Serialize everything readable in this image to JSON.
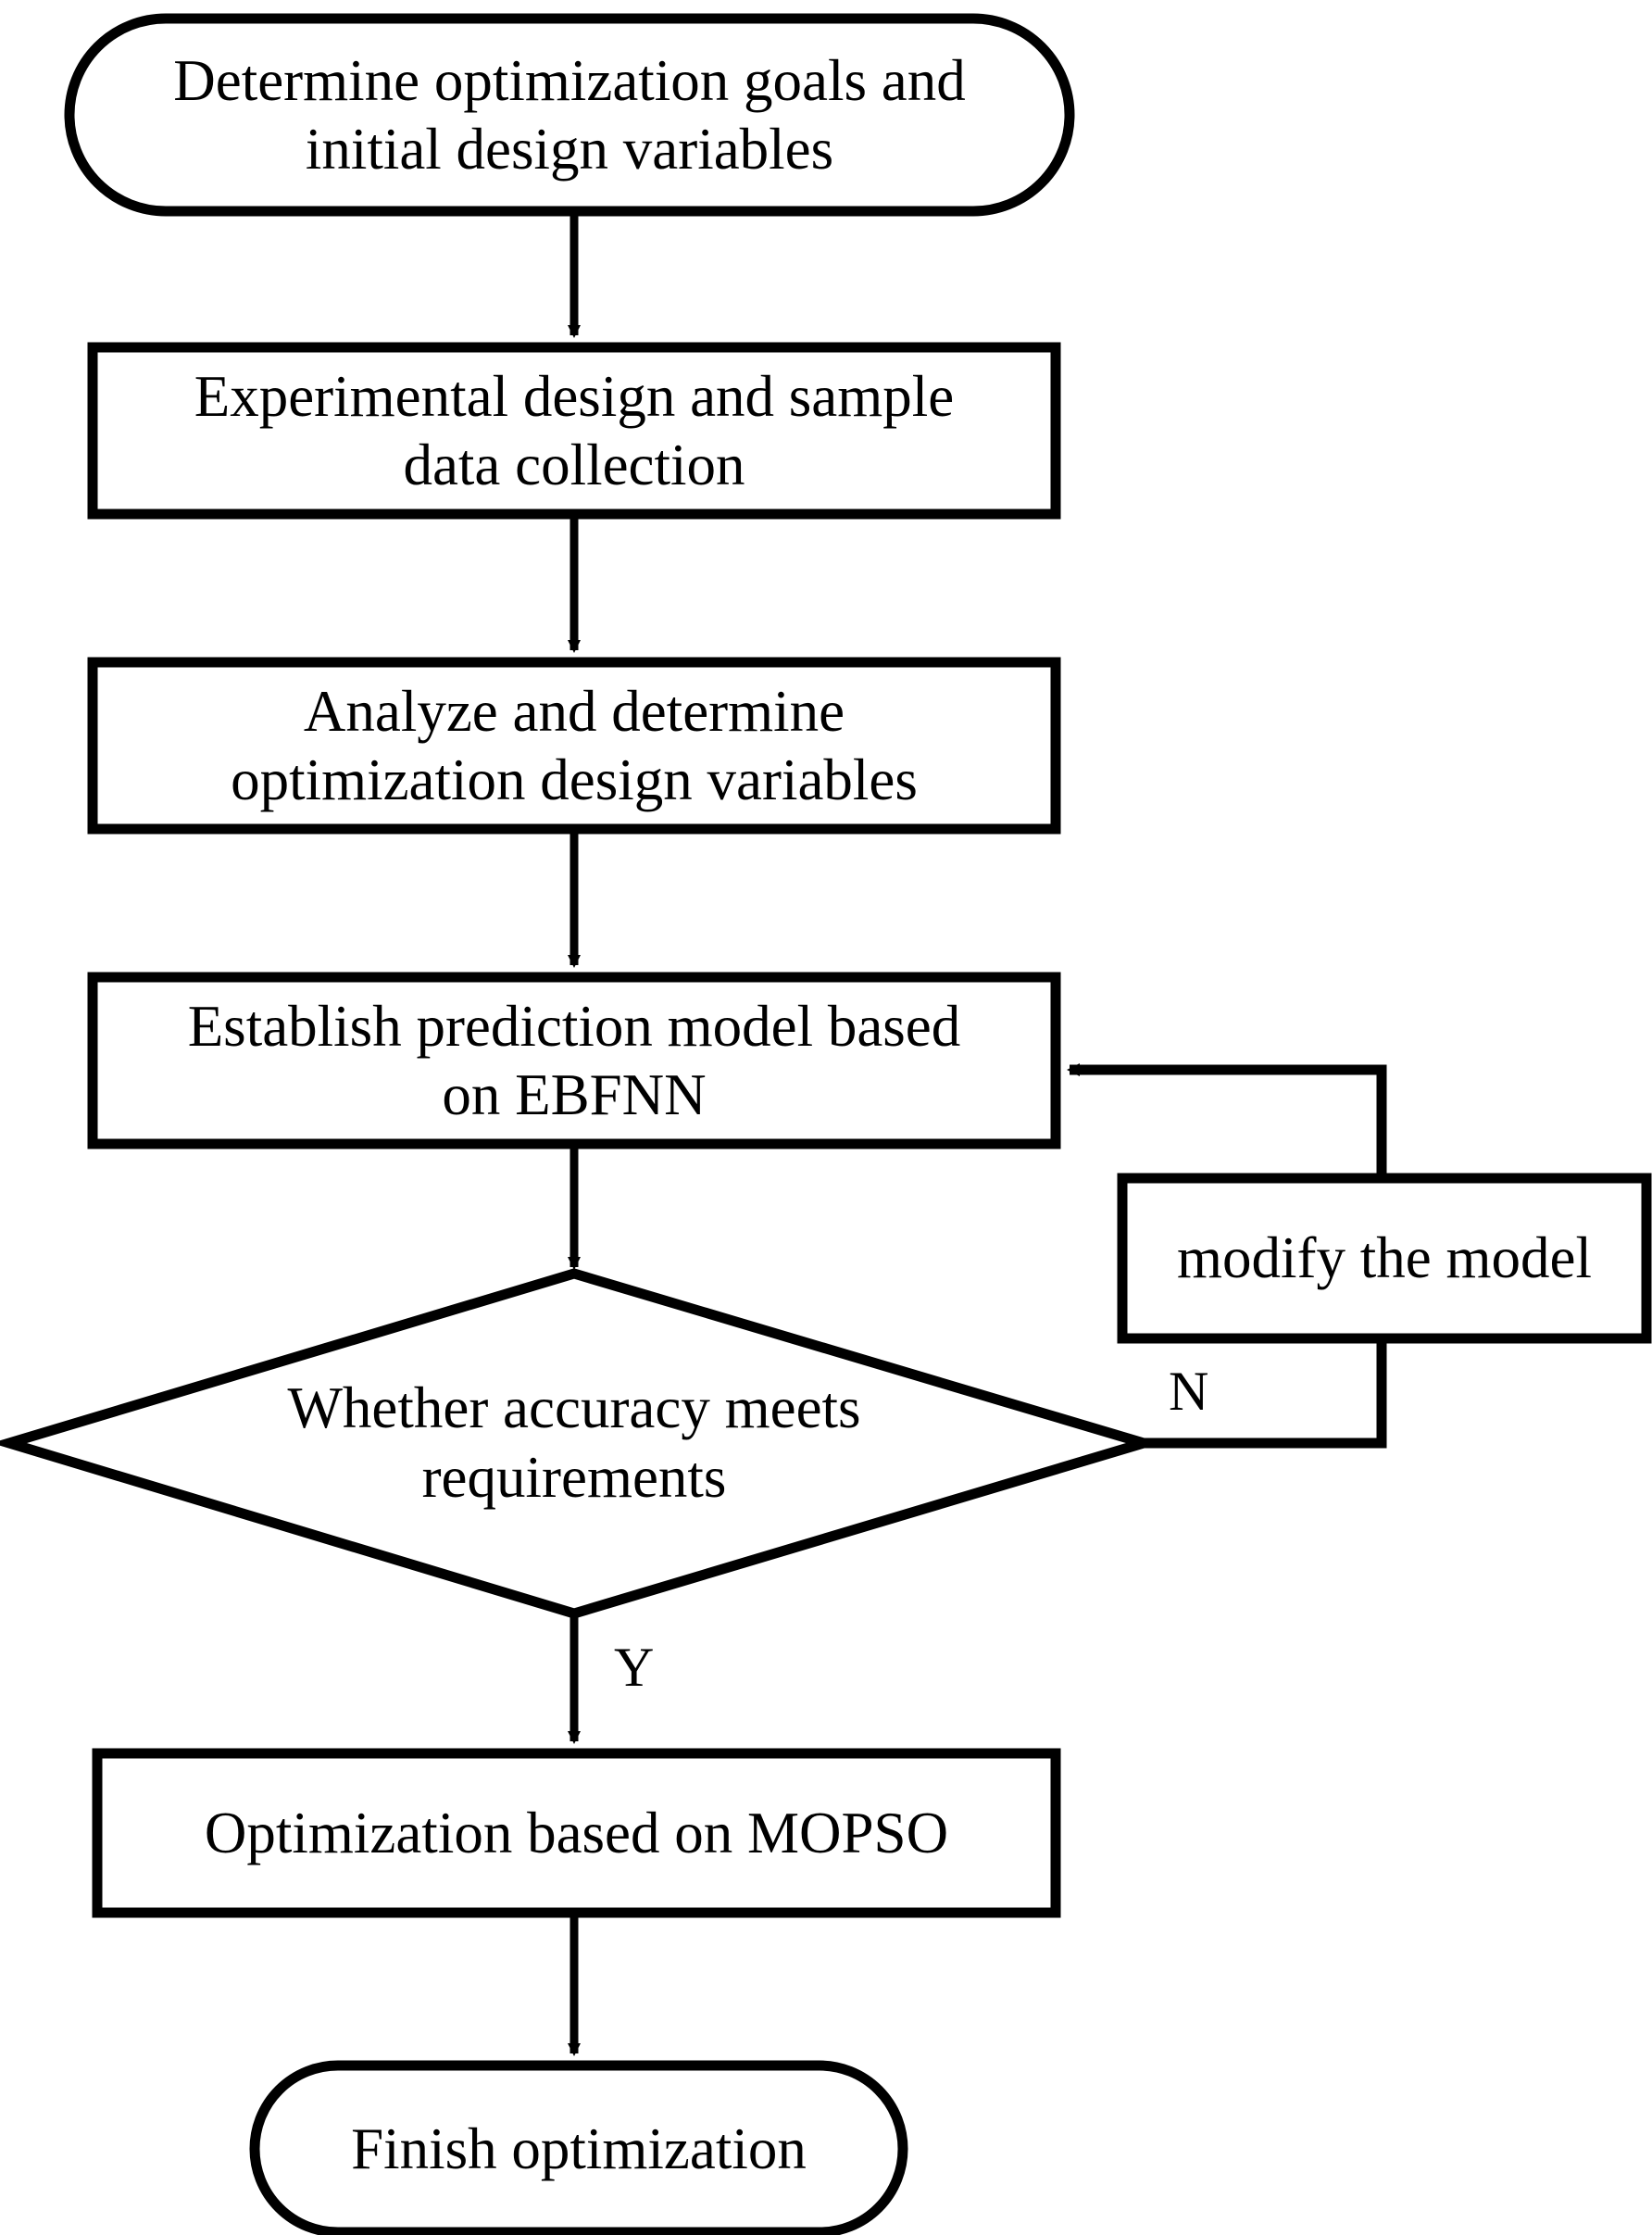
{
  "diagram": {
    "title": "Optimization workflow flowchart",
    "background_color": "#ffffff",
    "stroke_color": "#000000",
    "nodes": [
      {
        "id": "start",
        "shape": "terminator",
        "text": "Determine optimization goals and\ninitial design variables"
      },
      {
        "id": "experiment",
        "shape": "process",
        "text": "Experimental design and sample\ndata collection"
      },
      {
        "id": "analyze",
        "shape": "process",
        "text": "Analyze and determine\noptimization design variables"
      },
      {
        "id": "establish",
        "shape": "process",
        "text": "Establish prediction model based\non EBFNN"
      },
      {
        "id": "decision",
        "shape": "decision",
        "text": "Whether accuracy meets\nrequirements"
      },
      {
        "id": "modify",
        "shape": "process",
        "text": "modify the model"
      },
      {
        "id": "mopso",
        "shape": "process",
        "text": "Optimization based on MOPSO"
      },
      {
        "id": "finish",
        "shape": "terminator",
        "text": "Finish optimization"
      }
    ],
    "edge_labels": {
      "no_branch": "N",
      "yes_branch": "Y"
    }
  }
}
